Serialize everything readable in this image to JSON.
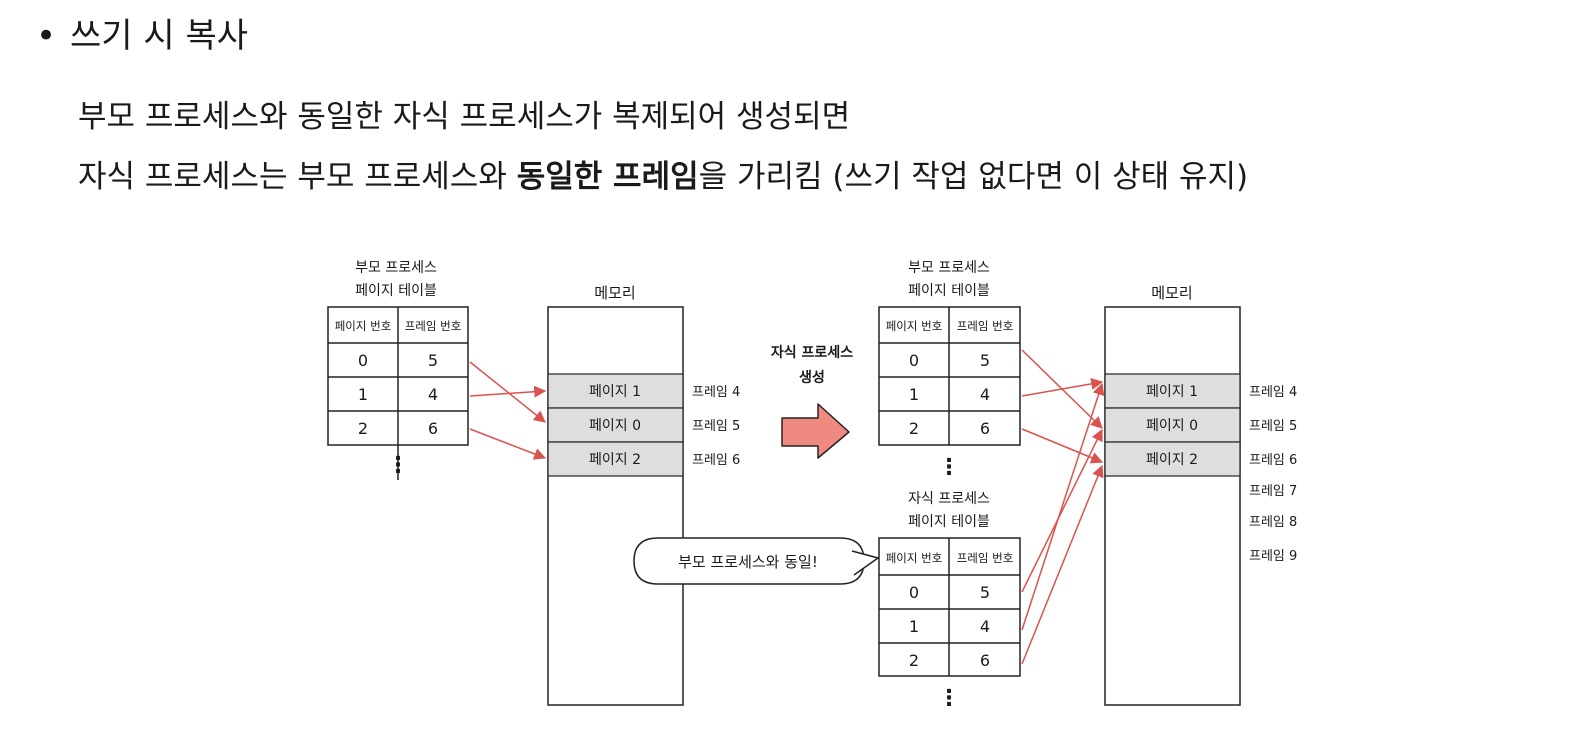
{
  "heading": {
    "bullet": "•",
    "title": "쓰기 시 복사"
  },
  "description": {
    "line1": "부모 프로세스와 동일한 자식 프로세스가 복제되어 생성되면",
    "line2_pre": "자식 프로세스는 부모 프로세스와 ",
    "line2_bold": "동일한 프레임",
    "line2_post": "을 가리킴 (쓰기 작업 없다면 이 상태 유지)"
  },
  "diagram": {
    "parent_table_title_1": "부모 프로세스",
    "parent_table_title_2": "페이지 테이블",
    "child_table_title_1": "자식 프로세스",
    "child_table_title_2": "페이지 테이블",
    "col_page": "페이지 번호",
    "col_frame": "프레임 번호",
    "rows": [
      {
        "page": "0",
        "frame": "5"
      },
      {
        "page": "1",
        "frame": "4"
      },
      {
        "page": "2",
        "frame": "6"
      }
    ],
    "ellipsis": "⋮",
    "memory_title": "메모리",
    "memory_pages": [
      "페이지 1",
      "페이지 0",
      "페이지 2"
    ],
    "frames_left": [
      "프레임 4",
      "프레임 5",
      "프레임 6"
    ],
    "frames_right": [
      "프레임 4",
      "프레임 5",
      "프레임 6",
      "프레임 7",
      "프레임 8",
      "프레임 9"
    ],
    "arrow_label_1": "자식 프로세스",
    "arrow_label_2": "생성",
    "speech_bubble": "부모 프로세스와 동일!",
    "colors": {
      "arrow": "#d9534f",
      "big_arrow_fill": "#f08a80",
      "slot_fill": "#dedede"
    }
  }
}
